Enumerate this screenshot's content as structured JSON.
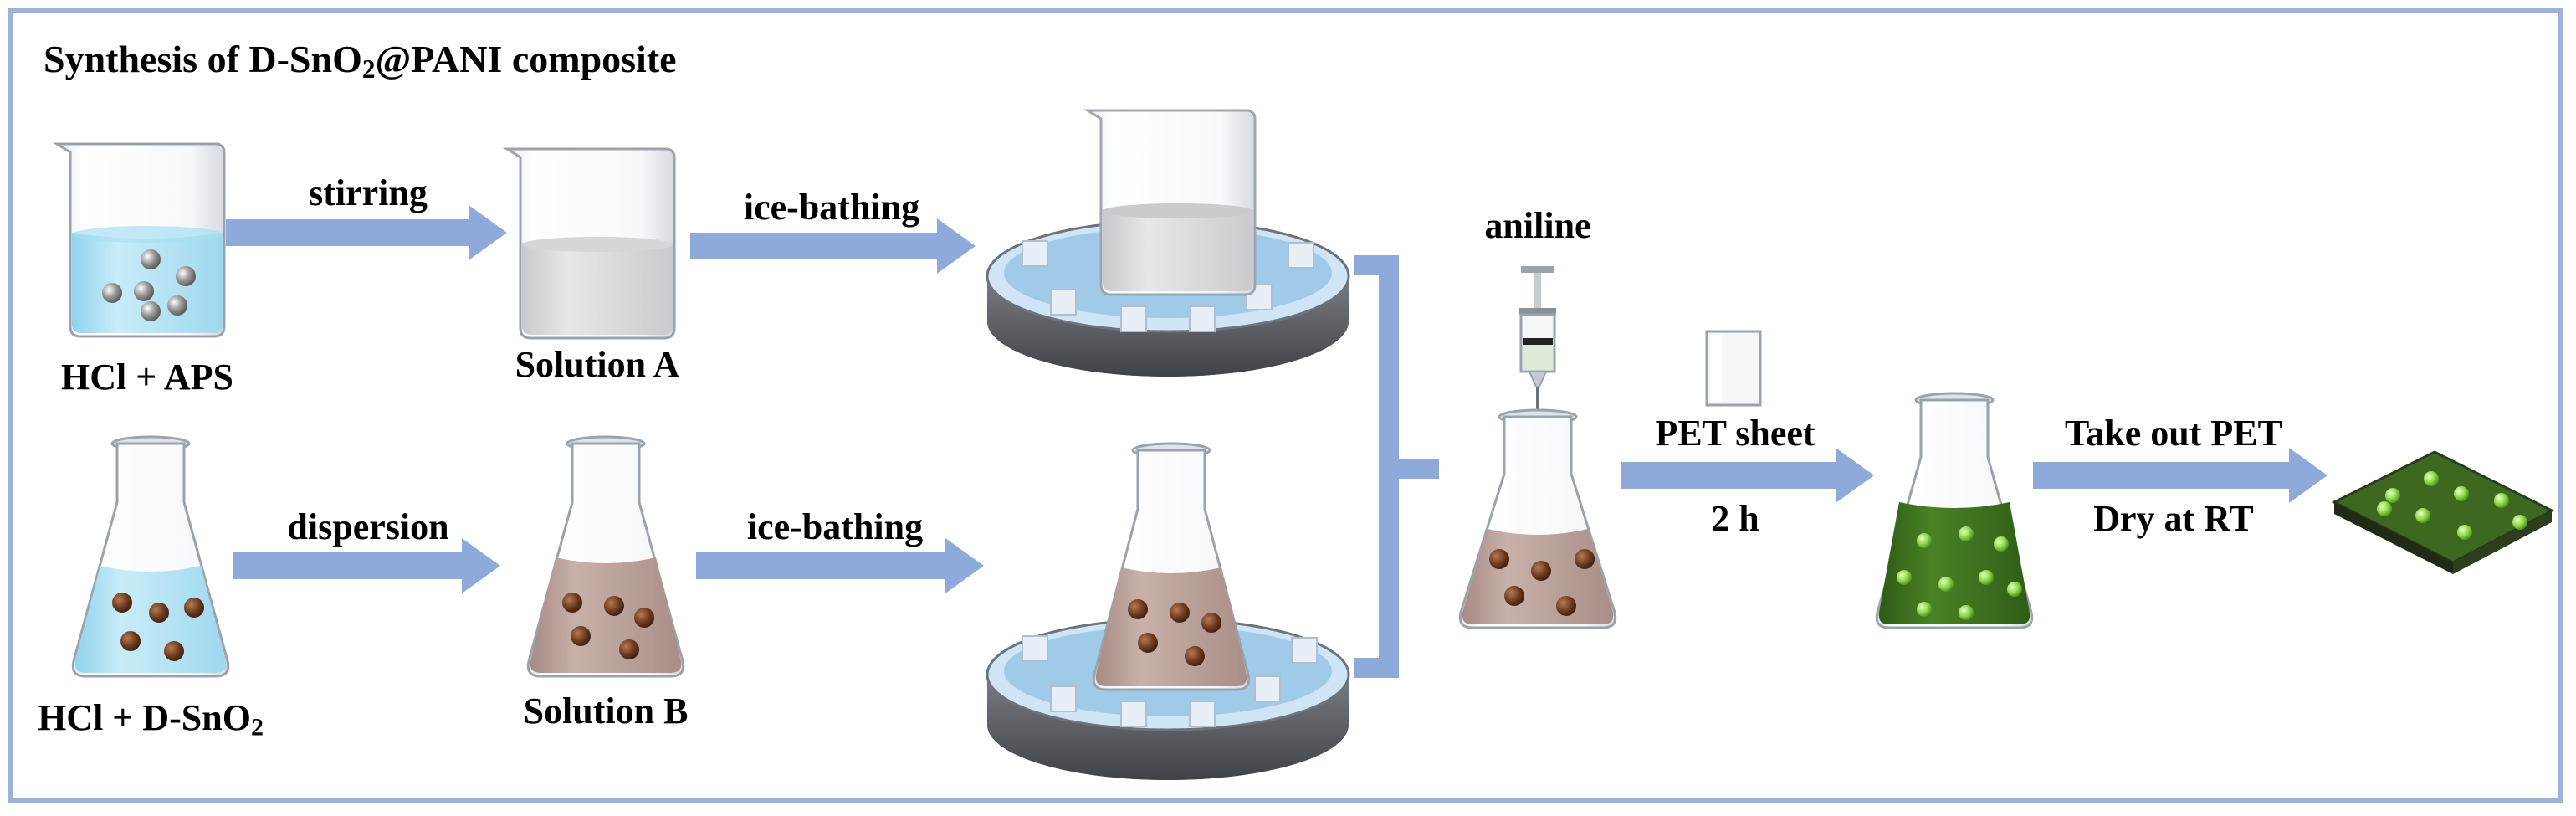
{
  "title": {
    "prefix": "Synthesis of D-SnO",
    "sub": "2",
    "suffix": "@PANI composite"
  },
  "labels": {
    "beaker1": "HCl + APS",
    "flask1_prefix": "HCl + D-SnO",
    "flask1_sub": "2",
    "solution_a": "Solution A",
    "solution_b": "Solution B",
    "aniline": "aniline"
  },
  "arrows": {
    "stirring": "stirring",
    "dispersion": "dispersion",
    "ice_bathing_1": "ice-bathing",
    "ice_bathing_2": "ice-bathing",
    "pet_sheet": "PET sheet",
    "time": "2 h",
    "take_out": "Take out PET",
    "dry": "Dry at RT"
  },
  "colors": {
    "frame": "#9eb1d6",
    "arrow": "#8eaadb",
    "water": "#bfe6f5",
    "brown_solution": "#b59a92",
    "green_solution": "#3a6b1f",
    "particle_brown": "#6b3a1e",
    "particle_green": "#8fd94a",
    "ice": "#cfe0f2"
  }
}
